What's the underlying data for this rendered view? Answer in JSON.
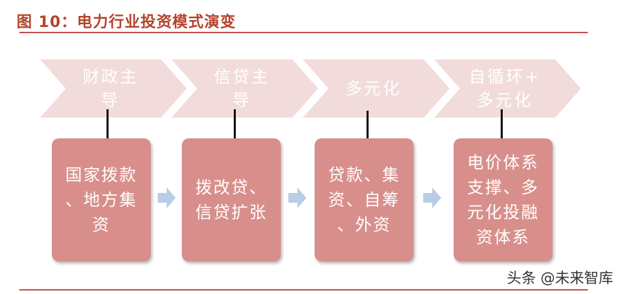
{
  "title": "图 10：电力行业投资模式演变",
  "stages": [
    {
      "label": [
        "财政主",
        "导"
      ],
      "card": [
        "国家拨款",
        "、地方集",
        "资"
      ]
    },
    {
      "label": [
        "信贷主",
        "导"
      ],
      "card": [
        "拨改贷、",
        "信贷扩张"
      ]
    },
    {
      "label": [
        "多元化"
      ],
      "card": [
        "贷款、集",
        "资、自筹",
        "、外资"
      ]
    },
    {
      "label": [
        "自循环+",
        "多元化"
      ],
      "card": [
        "电价体系",
        "支撑、多",
        "元化投融",
        "资体系"
      ]
    }
  ],
  "watermark": "头条 @未来智库",
  "colors": {
    "title": "#b5432b",
    "rule": "#c0504d",
    "chevron": "#f2dcdb",
    "card": "#d88f8b",
    "arrow": "#b9cde5"
  }
}
